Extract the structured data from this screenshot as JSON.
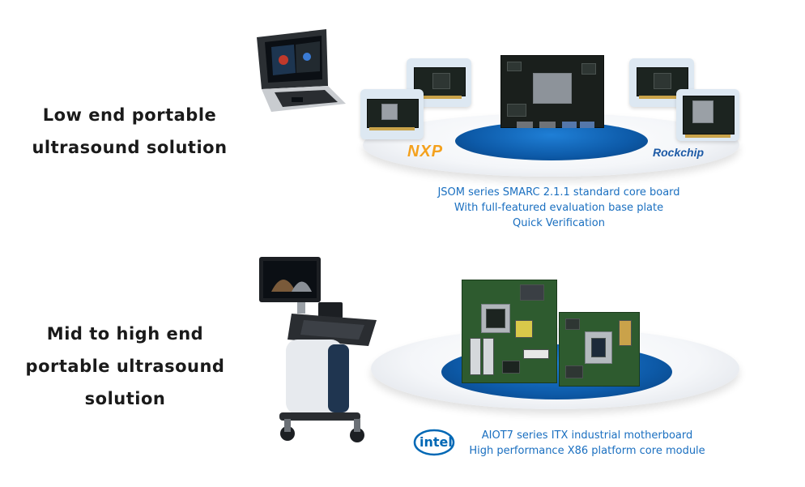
{
  "section_low": {
    "heading_lines": [
      "Low end portable",
      "ultrasound solution"
    ],
    "caption_lines": [
      "JSOM series SMARC 2.1.1 standard core board",
      "With full-featured evaluation base plate",
      "Quick Verification"
    ],
    "logos": {
      "nxp": "NXP",
      "rockchip": "Rockchip"
    }
  },
  "section_high": {
    "heading_lines": [
      "Mid to high end",
      "portable ultrasound",
      "solution"
    ],
    "caption_lines": [
      "AIOT7 series ITX industrial motherboard",
      "High performance X86 platform core module"
    ],
    "logos": {
      "intel": "intel"
    }
  },
  "colors": {
    "caption": "#1a6fc0",
    "plate_blue": "#0d5aa8",
    "nxp_orange": "#f4a11d",
    "rockchip_blue": "#1d5aa6",
    "intel_blue": "#0068b5"
  }
}
